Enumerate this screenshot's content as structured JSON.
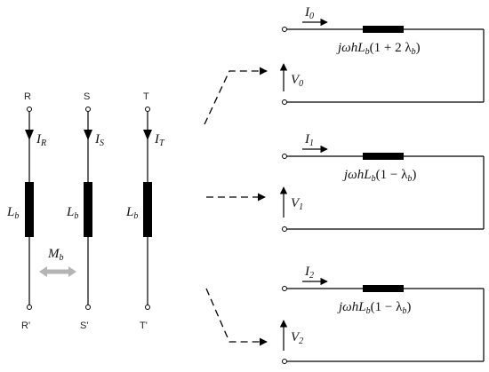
{
  "phases": [
    {
      "top_label": "R",
      "bottom_label": "R'",
      "current": "I",
      "current_sub": "R",
      "inductance": "L",
      "inductance_sub": "b"
    },
    {
      "top_label": "S",
      "bottom_label": "S'",
      "current": "I",
      "current_sub": "S",
      "inductance": "L",
      "inductance_sub": "b"
    },
    {
      "top_label": "T",
      "bottom_label": "T'",
      "current": "I",
      "current_sub": "T",
      "inductance": "L",
      "inductance_sub": "b"
    }
  ],
  "mutual": {
    "symbol": "M",
    "sub": "b"
  },
  "sequences": [
    {
      "current": "I",
      "current_sub": "0",
      "voltage": "V",
      "voltage_sub": "0",
      "imp_pre": "jωhL",
      "imp_sub": "b",
      "imp_post": "(1 + 2 λ",
      "imp_lsub": "b",
      "imp_close": ")"
    },
    {
      "current": "I",
      "current_sub": "1",
      "voltage": "V",
      "voltage_sub": "1",
      "imp_pre": "jωhL",
      "imp_sub": "b",
      "imp_post": "(1 − λ",
      "imp_lsub": "b",
      "imp_close": ")"
    },
    {
      "current": "I",
      "current_sub": "2",
      "voltage": "V",
      "voltage_sub": "2",
      "imp_pre": "jωhL",
      "imp_sub": "b",
      "imp_post": "(1 − λ",
      "imp_lsub": "b",
      "imp_close": ")"
    }
  ],
  "colors": {
    "line": "#000000",
    "mutual_arrow": "#b4b4b4"
  }
}
